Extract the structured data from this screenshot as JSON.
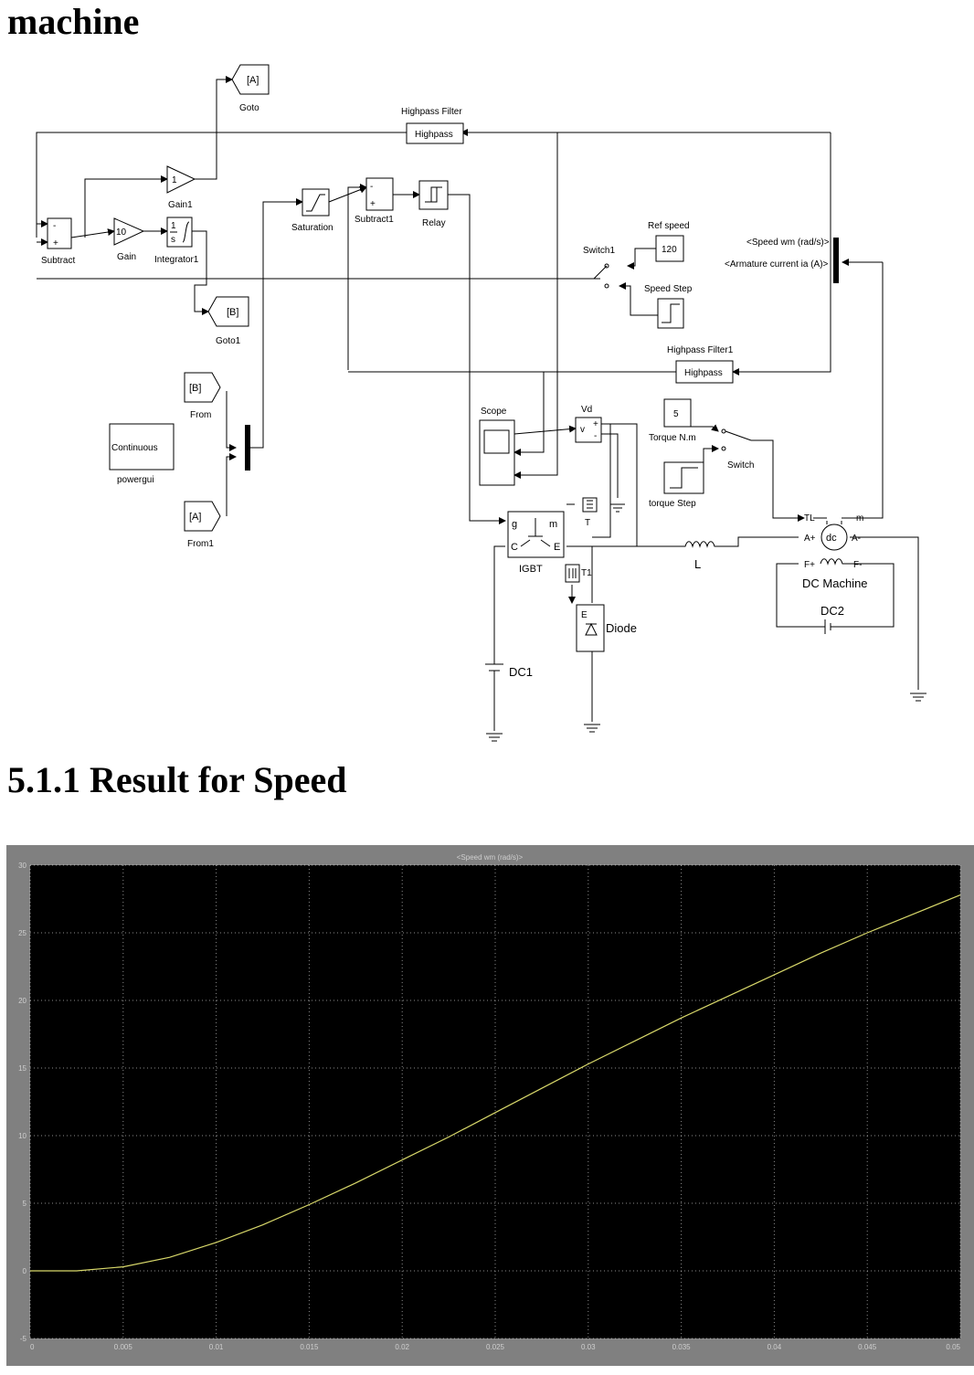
{
  "headings": {
    "top": "machine",
    "section": "5.1.1 Result for Speed"
  },
  "diagram": {
    "goto_a": {
      "tag": "[A]",
      "name": "Goto"
    },
    "goto_b": {
      "tag": "[B]",
      "name": "Goto1"
    },
    "from_b": {
      "tag": "[B]",
      "name": "From"
    },
    "from_a": {
      "tag": "[A]",
      "name": "From1"
    },
    "highpass": {
      "inner": "Highpass",
      "name": "Highpass Filter"
    },
    "highpass1": {
      "inner": "Highpass",
      "name": "Highpass Filter1"
    },
    "gain1": {
      "value": "1",
      "name": "Gain1"
    },
    "gain": {
      "value": "10",
      "name": "Gain"
    },
    "subtract": {
      "name": "Subtract",
      "minus": "-",
      "plus": "+"
    },
    "integrator": {
      "num": "1",
      "den": "s",
      "name": "Integrator1"
    },
    "saturation": {
      "name": "Saturation"
    },
    "subtract1": {
      "name": "Subtract1",
      "minus": "-",
      "plus": "+"
    },
    "relay": {
      "name": "Relay"
    },
    "switch1": {
      "name": "Switch1"
    },
    "ref_speed": {
      "value": "120",
      "name": "Ref speed"
    },
    "speed_step": {
      "name": "Speed Step"
    },
    "bus_labels": [
      "<Speed wm (rad/s)>",
      "<Armature current ia (A)>"
    ],
    "powergui": {
      "inner": "Continuous",
      "name": "powergui",
      "inner_color": "#2a2aff"
    },
    "scope": {
      "name": "Scope"
    },
    "vd": {
      "name": "Vd",
      "v": "v",
      "plus": "+",
      "minus": "-"
    },
    "torque": {
      "value": "5",
      "name": "Torque N.m"
    },
    "torque_step": {
      "name": "torque Step"
    },
    "switch": {
      "name": "Switch"
    },
    "igbt": {
      "name": "IGBT",
      "g": "g",
      "m": "m",
      "c": "C",
      "e": "E"
    },
    "terminator_t": {
      "name": "T"
    },
    "terminator_t1": {
      "name": "T1"
    },
    "diode": {
      "name": "Diode",
      "e": "E"
    },
    "inductor": {
      "name": "L"
    },
    "dc_machine": {
      "name": "DC Machine",
      "inner": "dc",
      "tl": "TL",
      "m": "m",
      "a_plus": "A+",
      "a_minus": "A-",
      "f_plus": "F+",
      "f_minus": "F-",
      "port_color": "#1a1aff"
    },
    "dc1": {
      "name": "DC1"
    },
    "dc2": {
      "name": "DC2"
    }
  },
  "chart_data": {
    "type": "line",
    "title": "<Speed wm (rad/s)>",
    "xlabel": "",
    "ylabel": "",
    "xlim": [
      0,
      0.05
    ],
    "ylim": [
      -5,
      30
    ],
    "xticks": [
      "0",
      "0.005",
      "0.01",
      "0.015",
      "0.02",
      "0.025",
      "0.03",
      "0.035",
      "0.04",
      "0.045",
      "0.05"
    ],
    "yticks": [
      "-5",
      "0",
      "5",
      "10",
      "15",
      "20",
      "25",
      "30"
    ],
    "grid": true,
    "colors": {
      "background": "#000000",
      "frame": "#808080",
      "line": "#d8d86a",
      "grid": "#ffffff"
    },
    "series": [
      {
        "x": [
          0,
          0.0025,
          0.005,
          0.0075,
          0.01,
          0.0125,
          0.015,
          0.0175,
          0.02,
          0.0225,
          0.025,
          0.0275,
          0.03,
          0.0325,
          0.035,
          0.0375,
          0.04,
          0.0425,
          0.045,
          0.0475,
          0.05
        ],
        "values": [
          0,
          0,
          0.3,
          1.0,
          2.1,
          3.4,
          4.9,
          6.5,
          8.2,
          9.9,
          11.7,
          13.5,
          15.3,
          17.0,
          18.7,
          20.3,
          21.9,
          23.5,
          25.0,
          26.4,
          27.8
        ]
      }
    ]
  }
}
